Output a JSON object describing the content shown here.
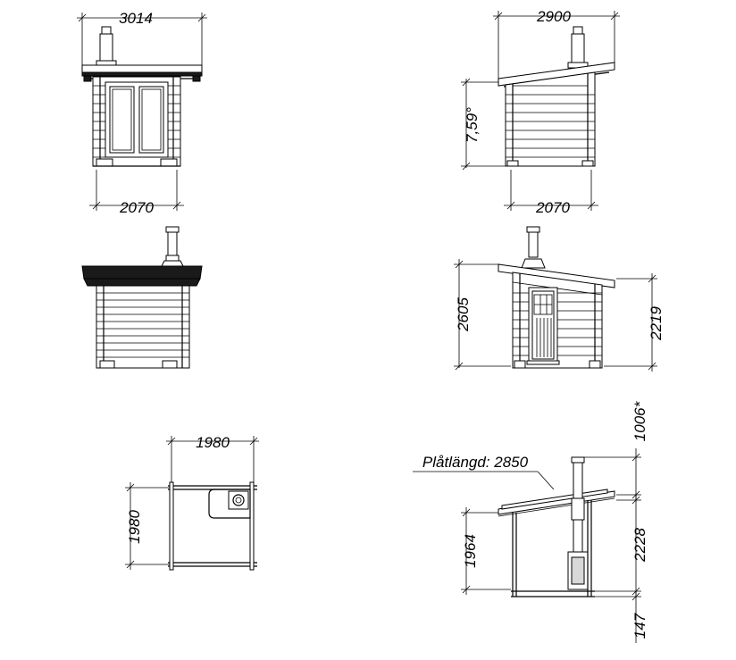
{
  "dimensions": {
    "front_top_width": "3014",
    "front_bottom_width": "2070",
    "side_top_width": "2900",
    "side_bottom_width": "2070",
    "roof_angle": "7,59°",
    "door_total_height": "2605",
    "door_wall_height": "2219",
    "plan_width": "1980",
    "plan_depth": "1980",
    "sheet_length": "Plåtlängd: 2850",
    "chimney_top": "1006*",
    "section_left_height": "1964",
    "section_right_height": "2228",
    "section_base": "147"
  },
  "colors": {
    "line": "#000000",
    "roof_dark": "#1a1a1a",
    "background": "#ffffff"
  }
}
